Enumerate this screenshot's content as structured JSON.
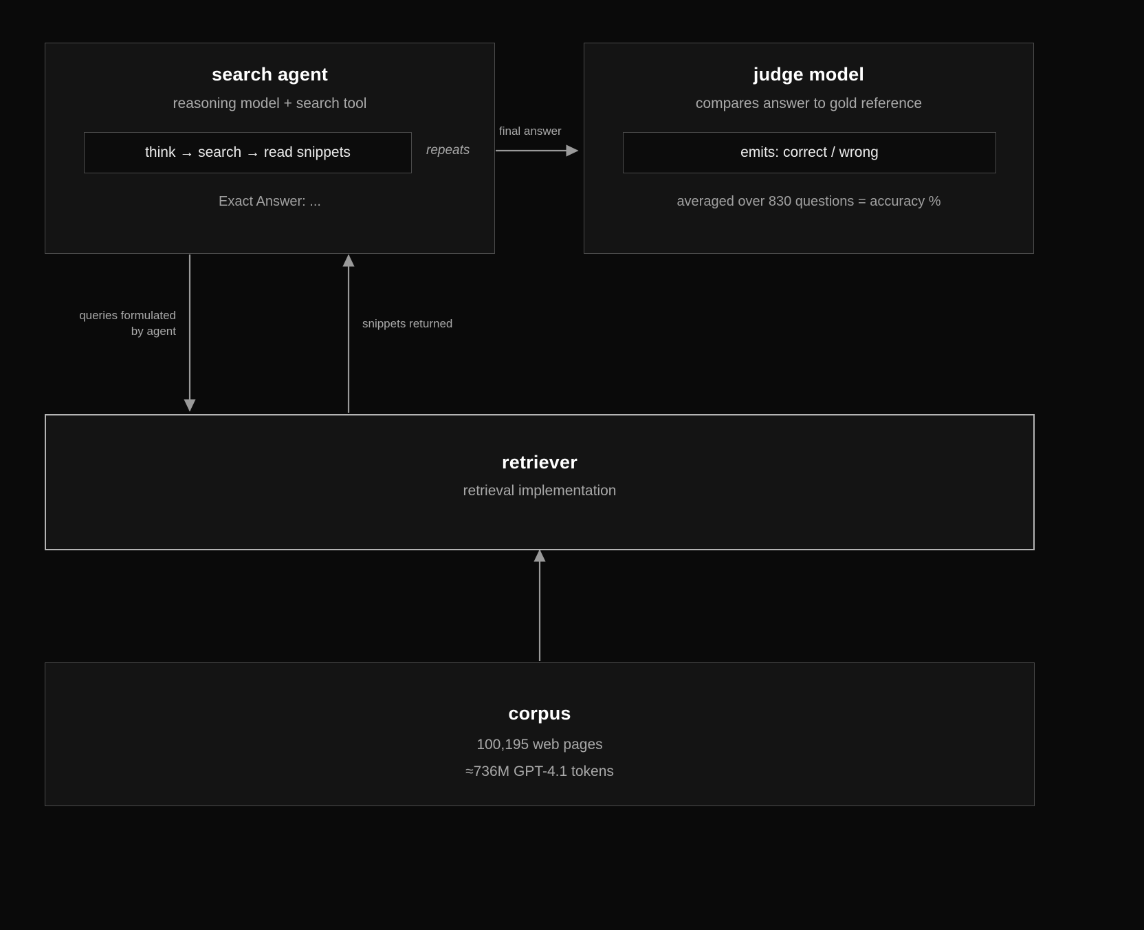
{
  "diagram": {
    "background": "#0a0a0a",
    "node_fill": "#141414",
    "node_border": "#4b4b4b",
    "highlight_border": "#b4b4b4",
    "title_color": "#ffffff",
    "sub_color": "#a9a9a9",
    "edge_color": "#9a9a9a"
  },
  "nodes": {
    "search_agent": {
      "title": "search agent",
      "subtitle": "reasoning model + search tool",
      "inner_text": "think → search → read snippets",
      "note": "Exact Answer: ...",
      "loop_label": "repeats"
    },
    "judge_model": {
      "title": "judge model",
      "subtitle": "compares answer to gold reference",
      "inner_text": "emits: correct / wrong",
      "note": "averaged over 830 questions = accuracy %"
    },
    "retriever": {
      "title": "retriever",
      "subtitle": "retrieval implementation"
    },
    "corpus": {
      "title": "corpus",
      "line1": "100,195 web pages",
      "line2": "≈736M GPT-4.1 tokens"
    }
  },
  "edges": {
    "final_answer": "final answer",
    "queries_line1": "queries formulated",
    "queries_line2": "by agent",
    "snippets": "snippets returned"
  }
}
